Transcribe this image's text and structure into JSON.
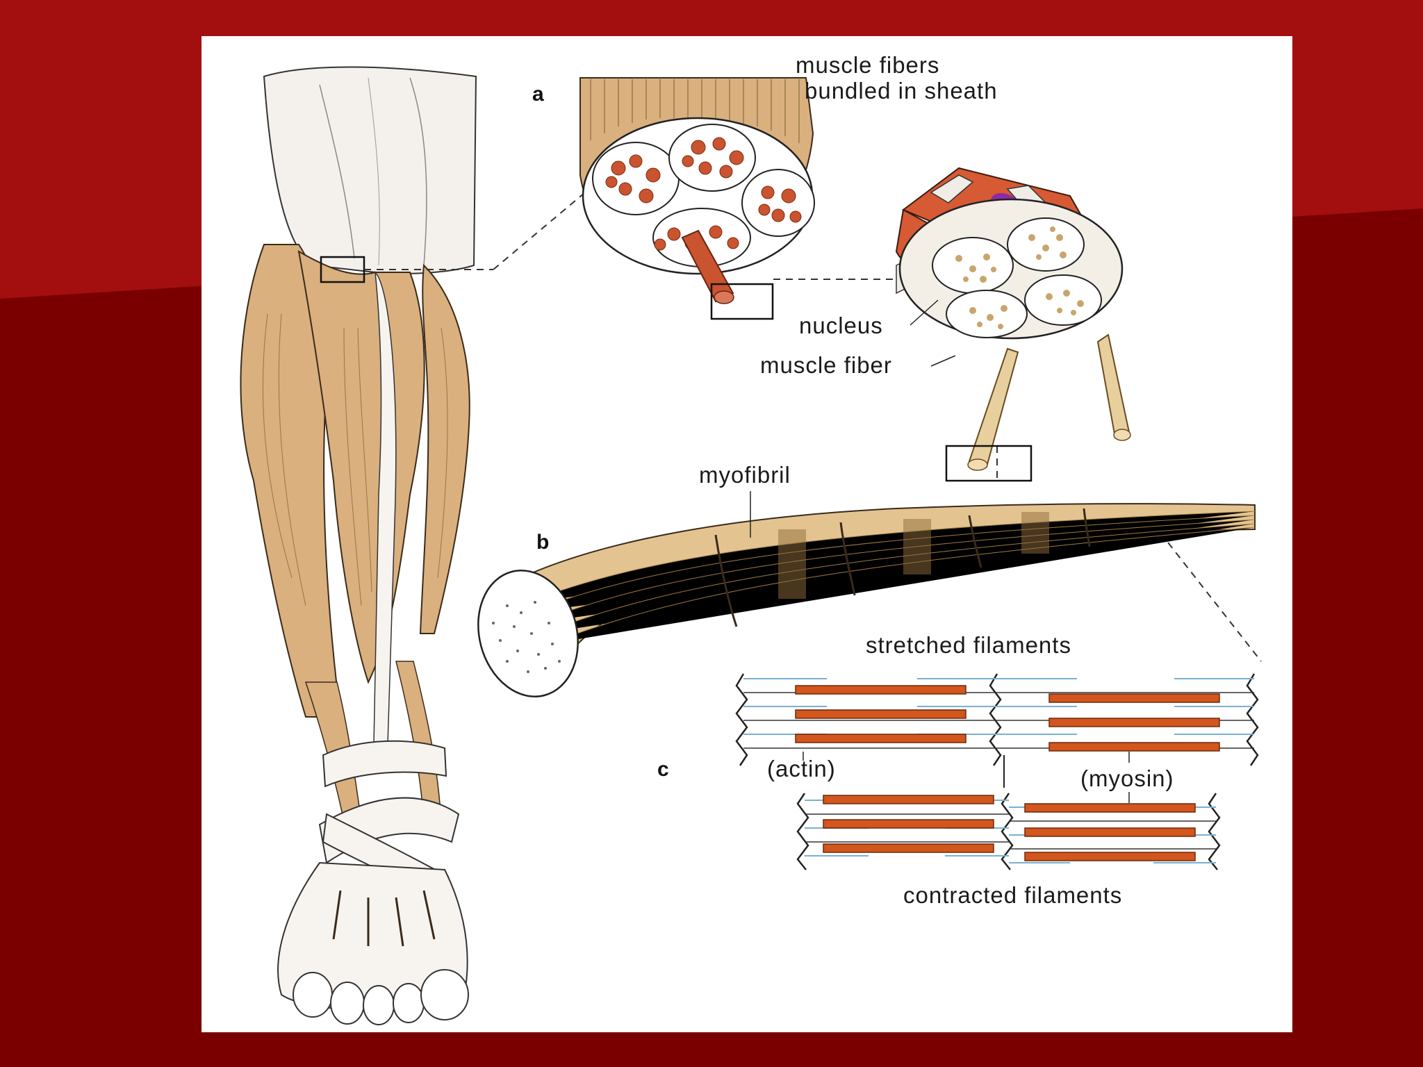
{
  "colors": {
    "background": "#7a0000",
    "background_light": "#a30f0f",
    "panel": "#ffffff",
    "muscle": "#d9b07e",
    "fiber_red": "#c9542f",
    "nucleus": "#8e2aa8",
    "filament": "#d2561d"
  },
  "diagram": {
    "sections": {
      "a": "a",
      "b": "b",
      "c": "c"
    },
    "labels": {
      "bundle_line1": "muscle fibers",
      "bundle_line2": "bundled in sheath",
      "nucleus": "nucleus",
      "muscle_fiber": "muscle fiber",
      "myofibril": "myofibril",
      "stretched": "stretched filaments",
      "actin": "(actin)",
      "myosin": "(myosin)",
      "contracted": "contracted filaments"
    }
  }
}
